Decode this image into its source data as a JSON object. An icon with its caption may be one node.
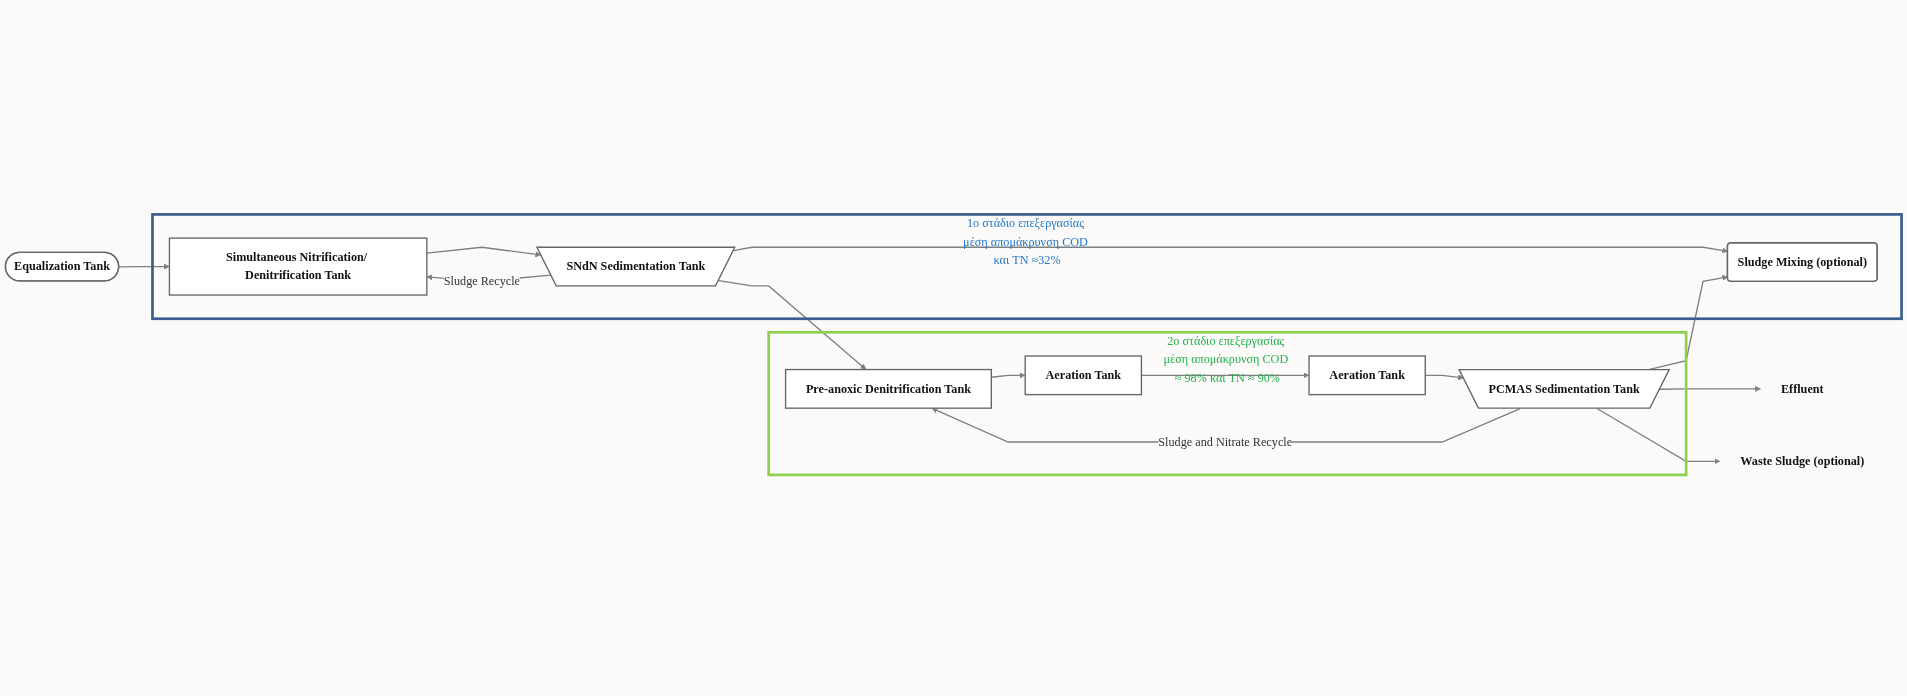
{
  "diagram": {
    "nodes": [
      {
        "text": [
          "Equalization Tank"
        ]
      },
      {
        "text": [
          "1ο στάδιο επεξεργασίας μέση απομάκρυνση COD και TN ≈32%"
        ]
      },
      {
        "text": [
          "Simultaneous Nitrification/ Denitrification Tank"
        ],
        "in": 1
      },
      {
        "text": [
          "SNdN Sedimentation Tank"
        ],
        "in": 1
      },
      {
        "text": [
          "Sludge Mixing (optional)"
        ],
        "in": 1
      },
      {
        "text": [
          "2ο στάδιο επεξεργασίας μέση απομάκρυνση COD ≈ 98% και TN ≈ 90%"
        ]
      },
      {
        "text": [
          "Pre-anoxic Denitrification Tank"
        ],
        "in": 5
      },
      {
        "text": [
          "Aeration Tank"
        ],
        "in": 5
      },
      {
        "text": [
          "Aeration Tank"
        ],
        "in": 5
      },
      {
        "text": [
          "PCMAS Sedimentation Tank"
        ],
        "in": 5
      },
      {
        "text": [
          "Effluent"
        ]
      },
      {
        "text": [
          "Waste Sludge (optional)"
        ]
      }
    ],
    "edges": [
      {
        "from": 0,
        "to": 2,
        "arrow": "to"
      },
      {
        "from": 2,
        "to": 3,
        "arrow": "to"
      },
      {
        "from": 3,
        "to": 2,
        "label": "Sludge Recycle",
        "arrow": "to"
      },
      {
        "from": 3,
        "to": 6,
        "arrow": "to"
      },
      {
        "from": 3,
        "to": 4,
        "arrow": "to"
      },
      {
        "from": 6,
        "to": 7,
        "arrow": "to"
      },
      {
        "from": 7,
        "to": 8,
        "arrow": "to"
      },
      {
        "from": 8,
        "to": 9,
        "arrow": "to"
      },
      {
        "from": 9,
        "to": 10,
        "arrow": "to"
      },
      {
        "from": 9,
        "to": 6,
        "label": "Sludge and Nitrate Recycle",
        "arrow": "to"
      },
      {
        "from": 9,
        "to": 4,
        "arrow": "to"
      },
      {
        "from": 9,
        "to": 11,
        "arrow": "to"
      }
    ]
  }
}
